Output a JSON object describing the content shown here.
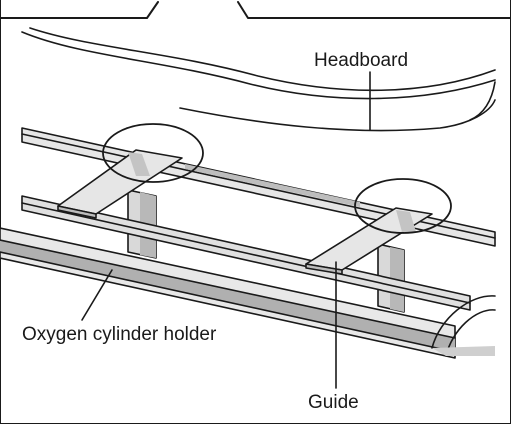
{
  "labels": {
    "headboard": "Headboard",
    "oxygen_holder": "Oxygen cylinder holder",
    "guide": "Guide"
  },
  "colors": {
    "line": "#1a1a1a",
    "metal_light": "#e6e6e6",
    "metal_mid": "#cfcfcf",
    "metal_dark": "#a9a9a9"
  }
}
